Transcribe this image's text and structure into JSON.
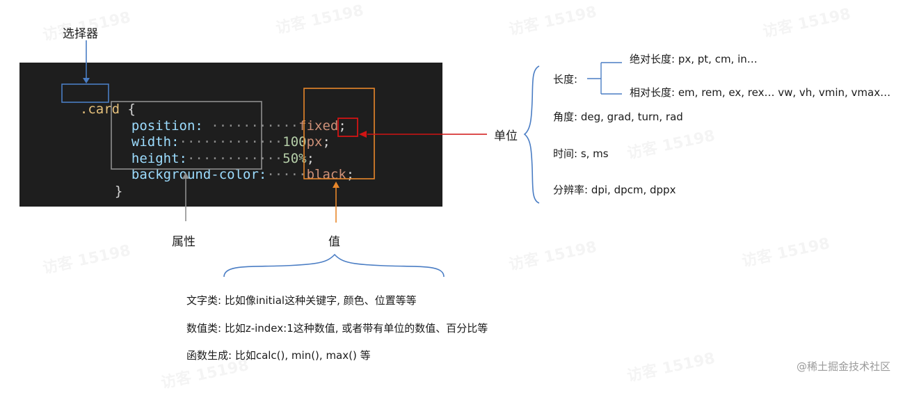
{
  "labels": {
    "selector": "选择器",
    "property": "属性",
    "value": "值",
    "unit": "单位"
  },
  "code": {
    "selector": ".card",
    "open_brace": "{",
    "close_brace": "}",
    "rows": [
      {
        "prop": "position:",
        "dots": " ···········",
        "value": "fixed",
        "end": ";"
      },
      {
        "prop": "width:",
        "dots": "·············",
        "value": "100",
        "unit": "px",
        "end": ";"
      },
      {
        "prop": "height:",
        "dots": "············",
        "value": "50%",
        "end": ";"
      },
      {
        "prop": "background-color:",
        "dots": "·····",
        "value": "black",
        "end": ";"
      }
    ]
  },
  "units": {
    "length_label": "长度:",
    "absolute_length": "绝对长度:  px, pt, cm, in…",
    "relative_length": "相对长度: em, rem, ex, rex…  vw, vh, vmin, vmax…",
    "angle": "角度:  deg, grad, turn, rad",
    "time": "时间:  s, ms",
    "resolution": "分辨率: dpi, dpcm, dppx"
  },
  "value_types": [
    "文字类:  比如像initial这种关键字,  颜色、位置等等",
    "数值类:  比如z-index:1这种数值,  或者带有单位的数值、百分比等",
    "函数生成:  比如calc(),   min(),   max() 等"
  ],
  "watermark": "访客 15198",
  "credit": "@稀土掘金技术社区",
  "colors": {
    "blue": "#4a7dc4",
    "orange": "#e8872a",
    "red": "#d11414",
    "gray": "#8f8f8f"
  }
}
